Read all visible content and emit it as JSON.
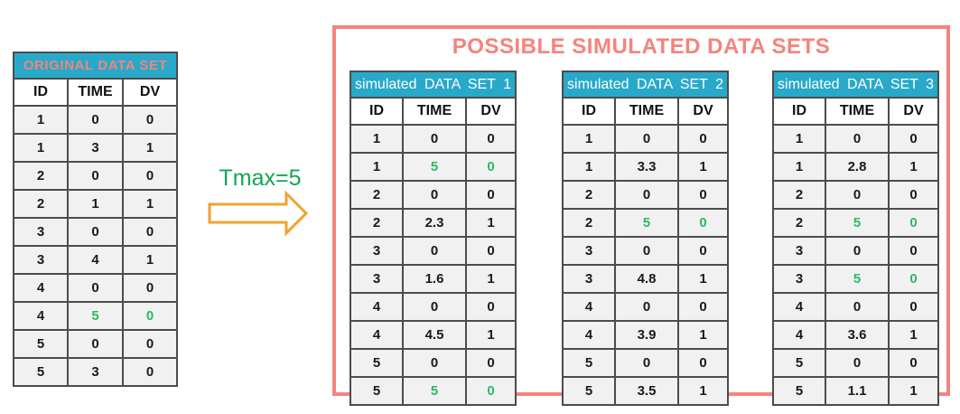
{
  "colors": {
    "teal": "#29a9c9",
    "salmon": "#f5837d",
    "green_cell": "#2cba62",
    "green_label": "#0fa851",
    "orange": "#f0a232"
  },
  "box_title": "POSSIBLE SIMULATED DATA SETS",
  "arrow": {
    "label": "Tmax=5"
  },
  "columns": [
    "ID",
    "TIME",
    "DV"
  ],
  "original_table": {
    "title": "ORIGINAL DATA SET",
    "rows": [
      {
        "cells": [
          "1",
          "0",
          "0"
        ]
      },
      {
        "cells": [
          "1",
          "3",
          "1"
        ]
      },
      {
        "cells": [
          "2",
          "0",
          "0"
        ]
      },
      {
        "cells": [
          "2",
          "1",
          "1"
        ]
      },
      {
        "cells": [
          "3",
          "0",
          "0"
        ]
      },
      {
        "cells": [
          "3",
          "4",
          "1"
        ]
      },
      {
        "cells": [
          "4",
          "0",
          "0"
        ]
      },
      {
        "cells": [
          "4",
          "5",
          "0"
        ],
        "green": [
          1,
          2
        ]
      },
      {
        "cells": [
          "5",
          "0",
          "0"
        ]
      },
      {
        "cells": [
          "5",
          "3",
          "0"
        ]
      }
    ]
  },
  "simulated_tables": [
    {
      "title": "simulated DATA SET 1",
      "rows": [
        {
          "cells": [
            "1",
            "0",
            "0"
          ]
        },
        {
          "cells": [
            "1",
            "5",
            "0"
          ],
          "green": [
            1,
            2
          ]
        },
        {
          "cells": [
            "2",
            "0",
            "0"
          ]
        },
        {
          "cells": [
            "2",
            "2.3",
            "1"
          ]
        },
        {
          "cells": [
            "3",
            "0",
            "0"
          ]
        },
        {
          "cells": [
            "3",
            "1.6",
            "1"
          ]
        },
        {
          "cells": [
            "4",
            "0",
            "0"
          ]
        },
        {
          "cells": [
            "4",
            "4.5",
            "1"
          ]
        },
        {
          "cells": [
            "5",
            "0",
            "0"
          ]
        },
        {
          "cells": [
            "5",
            "5",
            "0"
          ],
          "green": [
            1,
            2
          ]
        }
      ]
    },
    {
      "title": "simulated DATA SET 2",
      "rows": [
        {
          "cells": [
            "1",
            "0",
            "0"
          ]
        },
        {
          "cells": [
            "1",
            "3.3",
            "1"
          ]
        },
        {
          "cells": [
            "2",
            "0",
            "0"
          ]
        },
        {
          "cells": [
            "2",
            "5",
            "0"
          ],
          "green": [
            1,
            2
          ]
        },
        {
          "cells": [
            "3",
            "0",
            "0"
          ]
        },
        {
          "cells": [
            "3",
            "4.8",
            "1"
          ]
        },
        {
          "cells": [
            "4",
            "0",
            "0"
          ]
        },
        {
          "cells": [
            "4",
            "3.9",
            "1"
          ]
        },
        {
          "cells": [
            "5",
            "0",
            "0"
          ]
        },
        {
          "cells": [
            "5",
            "3.5",
            "1"
          ]
        }
      ]
    },
    {
      "title": "simulated DATA SET 3",
      "rows": [
        {
          "cells": [
            "1",
            "0",
            "0"
          ]
        },
        {
          "cells": [
            "1",
            "2.8",
            "1"
          ]
        },
        {
          "cells": [
            "2",
            "0",
            "0"
          ]
        },
        {
          "cells": [
            "2",
            "5",
            "0"
          ],
          "green": [
            1,
            2
          ]
        },
        {
          "cells": [
            "3",
            "0",
            "0"
          ]
        },
        {
          "cells": [
            "3",
            "5",
            "0"
          ],
          "green": [
            1,
            2
          ]
        },
        {
          "cells": [
            "4",
            "0",
            "0"
          ]
        },
        {
          "cells": [
            "4",
            "3.6",
            "1"
          ]
        },
        {
          "cells": [
            "5",
            "0",
            "0"
          ]
        },
        {
          "cells": [
            "5",
            "1.1",
            "1"
          ]
        }
      ]
    }
  ]
}
